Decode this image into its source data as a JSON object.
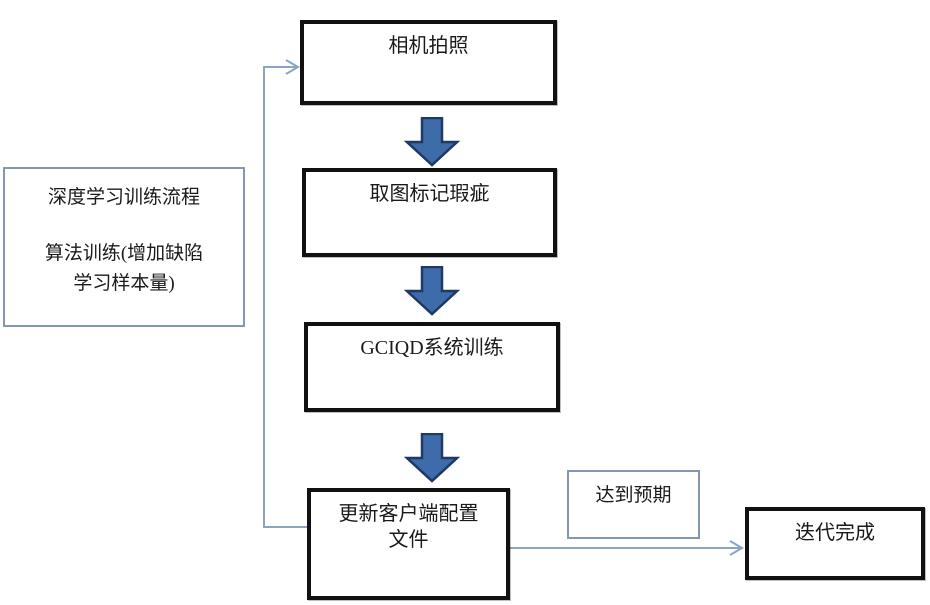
{
  "colors": {
    "background": "#ffffff",
    "text": "#1a1a1a",
    "box_border": "#111111",
    "thin_border": "#8496b0",
    "arrow_fill": "#3e6cab",
    "arrow_stroke": "#1f3864",
    "connector": "#8ba3c7"
  },
  "info_box": {
    "title": "深度学习训练流程",
    "subtitle_line1": "算法训练(增加缺陷",
    "subtitle_line2": "学习样本量)"
  },
  "steps": {
    "step1": "相机拍照",
    "step2": "取图标记瑕疵",
    "step3": "GCIQD系统训练",
    "step4_line1": "更新客户端配置",
    "step4_line2": "文件"
  },
  "condition_label": "达到预期",
  "result_label": "迭代完成"
}
